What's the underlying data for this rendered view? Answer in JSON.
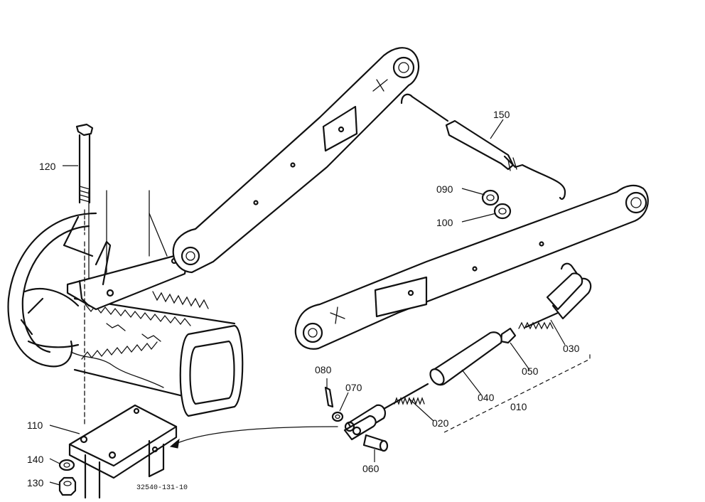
{
  "diagram": {
    "drawing_code": "32540-131-10",
    "part_labels": {
      "p010": "010",
      "p020": "020",
      "p030": "030",
      "p040": "040",
      "p050": "050",
      "p060": "060",
      "p070": "070",
      "p080": "080",
      "p090": "090",
      "p100": "100",
      "p110": "110",
      "p120": "120",
      "p130": "130",
      "p140": "140",
      "p150": "150"
    }
  }
}
